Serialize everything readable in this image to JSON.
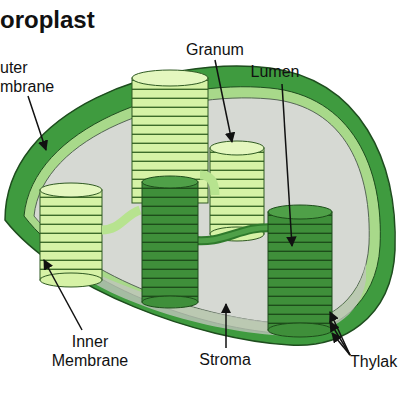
{
  "diagram": {
    "title": "oroplast",
    "labels": [
      "uter mbrane",
      "Granum",
      "Lumen",
      "Inner Membrane",
      "Stroma",
      "Thylak"
    ]
  }
}
